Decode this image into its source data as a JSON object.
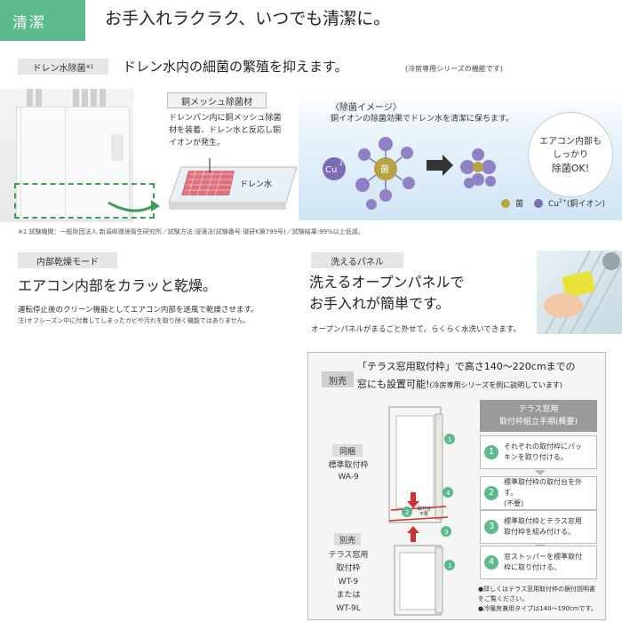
{
  "header": {
    "tag": "清潔",
    "title": "お手入れラクラク、いつでも清潔に。",
    "colors": {
      "accent": "#5bb98c"
    }
  },
  "drain": {
    "pill": "ドレン水除菌",
    "pill_sup": "※1",
    "heading": "ドレン水内の細菌の繁殖を抑えます。",
    "note": "(冷房専用シリーズの機能です)",
    "mesh_label": "銅メッシュ除菌材",
    "mesh_desc": [
      "ドレンパン内に銅メッシュ除菌",
      "材を装着、ドレン水と反応し銅",
      "イオンが発生。"
    ],
    "tray_label": "ドレン水",
    "image_title": "〈除菌イメージ〉",
    "image_desc": "銅イオンの除菌効果でドレン水を清潔に保ちます。",
    "cu_label": "Cu",
    "cu_sup": "2+",
    "germ_label": "菌",
    "ok_lines": [
      "エアコン内部も",
      "しっかり",
      "除菌OK!"
    ],
    "legend_germ": "菌",
    "legend_cu": "Cu",
    "legend_cu_sup": "2+",
    "legend_cu_suffix": "(銅イオン)",
    "footnote": "※1 試験機関：一般財団法人 新潟県環境衛生研究所／試験方法:浸漬法(試験番号 環研K第799号)／試験結果:99%以上低減。"
  },
  "drying": {
    "pill": "内部乾燥モード",
    "heading": "エアコン内部をカラッと乾燥。",
    "desc": "運転停止後のクリーン機能としてエアコン内部を送風で乾燥させます。",
    "note": "注)オフシーズン中に付着してしまったカビや汚れを取り除く機能ではありません。"
  },
  "panel": {
    "pill": "洗えるパネル",
    "heading": [
      "洗えるオープンパネルで",
      "お手入れが簡単です。"
    ],
    "desc": "オープンパネルがまるごと外せて、らくらく水洗いできます。"
  },
  "terrace": {
    "tag": "別売",
    "title1": "「テラス窓用取付枠」で高さ140〜220cmまでの",
    "title2": "窓にも設置可能!",
    "title2_small": "(冷房専用シリーズを例に説明しています)",
    "dokon": "同梱",
    "std_lines": [
      "標準取付枠",
      "WA-9"
    ],
    "bettu": "別売",
    "terrace_lines": [
      "テラス窓用",
      "取付枠",
      "WT-9",
      "または",
      "WT-9L"
    ],
    "callouts": [
      "1",
      "2",
      "3",
      "4"
    ],
    "callout_text": [
      "取付台",
      "不要"
    ],
    "steps_header": [
      "テラス窓用",
      "取付枠組立手順(概要)"
    ],
    "steps": [
      {
        "num": "1",
        "text": [
          "それぞれの取付枠にパッ",
          "キンを取り付ける。"
        ]
      },
      {
        "num": "2",
        "text": [
          "標準取付枠の取付台を外す。",
          "(不要)"
        ]
      },
      {
        "num": "3",
        "text": [
          "標準取付枠とテラス窓用",
          "取付枠を組み付ける。"
        ]
      },
      {
        "num": "4",
        "text": [
          "窓ストッパーを標準取付",
          "枠に取り付ける。"
        ]
      }
    ],
    "notes": [
      "●詳しくはテラス窓用取付枠の据付説明書",
      "をご覧ください。",
      "●冷暖房兼用タイプは140〜190cmです。"
    ]
  }
}
